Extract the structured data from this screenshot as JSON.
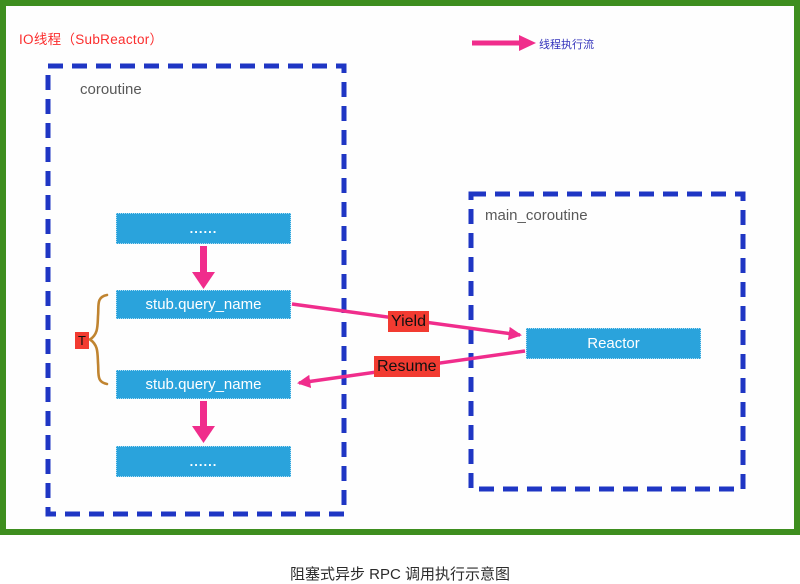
{
  "header": {
    "io_thread_label": "IO线程（SubReactor）"
  },
  "legend": {
    "label": "线程执行流"
  },
  "coroutine_panel": {
    "label": "coroutine",
    "box_top": "......",
    "box_stub1": "stub.query_name",
    "box_stub2": "stub.query_name",
    "box_bottom": "......",
    "t_label": "T"
  },
  "main_panel": {
    "label": "main_coroutine",
    "reactor": "Reactor"
  },
  "edges": {
    "yield": "Yield",
    "resume": "Resume"
  },
  "caption": "阻塞式异步 RPC 调用执行示意图",
  "colors": {
    "panel_border_green": "#3e8e1f",
    "dashed_container_blue": "#1f36c4",
    "node_fill_blue": "#2aa3dc",
    "arrow_pink": "#f02d8c",
    "label_red": "#f23b31",
    "brace_orange": "#c08430",
    "io_label_red": "#fb2d2d",
    "legend_text_blue": "#3333bb",
    "container_label_gray": "#595959"
  }
}
